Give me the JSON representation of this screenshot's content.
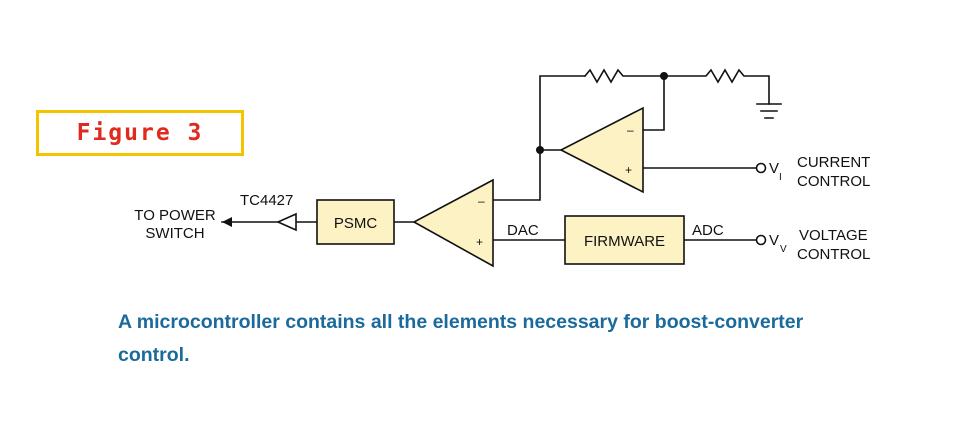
{
  "figure": {
    "label": "Figure 3",
    "caption": "A microcontroller contains all the elements necessary for boost-converter control."
  },
  "colors": {
    "accent_fill": "#fdf2c4",
    "figure_border": "#f5c400",
    "figure_text": "#e02a1e",
    "caption_text": "#1b6a9c",
    "wire": "#111111"
  },
  "schematic": {
    "output_label_line1": "TO POWER",
    "output_label_line2": "SWITCH",
    "driver_label": "TC4427",
    "psmc_label": "PSMC",
    "dac_label": "DAC",
    "firmware_label": "FIRMWARE",
    "adc_label": "ADC",
    "minus_sign": "–",
    "plus_sign": "+",
    "current_input": {
      "symbol": "V",
      "subscript": "I",
      "line1": "CURRENT",
      "line2": "CONTROL"
    },
    "voltage_input": {
      "symbol": "V",
      "subscript": "V",
      "line1": "VOLTAGE",
      "line2": "CONTROL"
    }
  }
}
